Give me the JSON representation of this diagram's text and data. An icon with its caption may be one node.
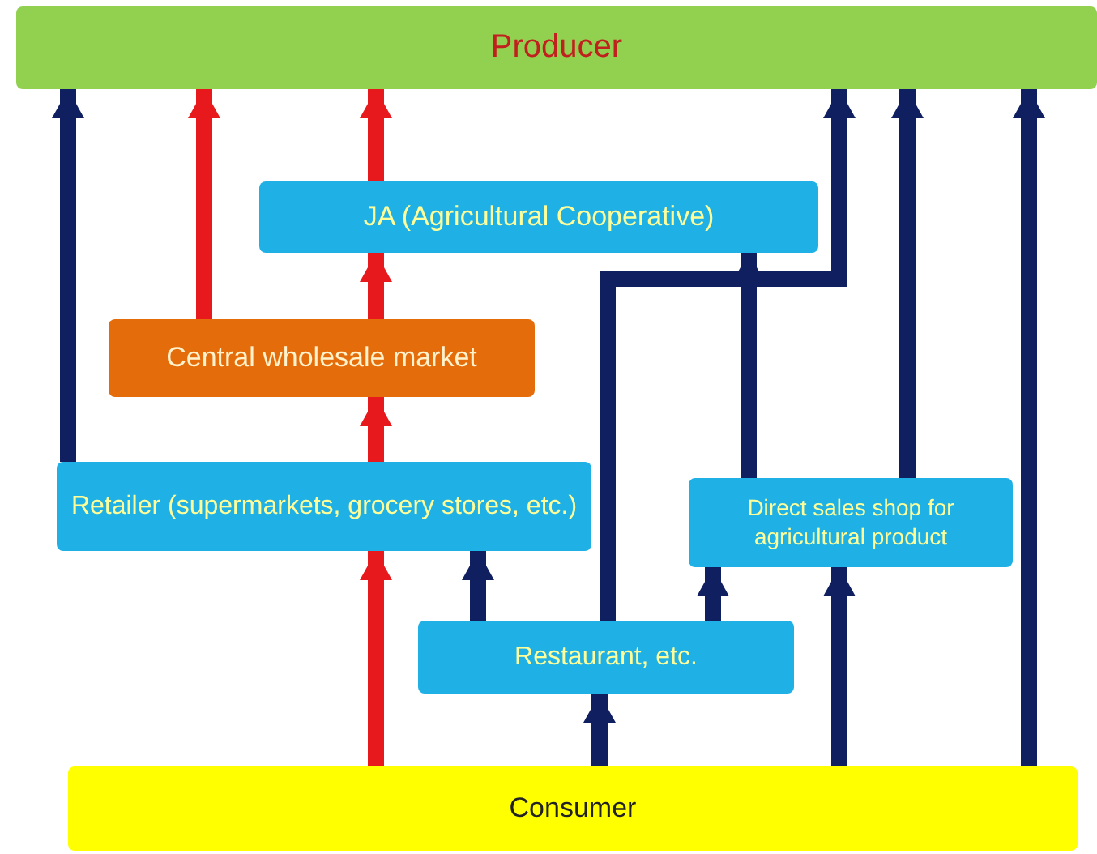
{
  "diagram": {
    "nodes": [
      {
        "text": [
          "Producer"
        ]
      },
      {
        "text": [
          "JA (Agricultural Cooperative)"
        ]
      },
      {
        "text": [
          "Central wholesale market"
        ]
      },
      {
        "text": [
          "Retailer (supermarkets, grocery stores, etc.)"
        ]
      },
      {
        "text": [
          "Direct sales shop for agricultural product"
        ]
      },
      {
        "text": [
          "Restaurant, etc."
        ]
      },
      {
        "text": [
          "Consumer"
        ]
      }
    ],
    "edges": [
      {
        "from": 3,
        "to": 0,
        "arrow": "to"
      },
      {
        "from": 2,
        "to": 0,
        "arrow": "to",
        "color": "#e8191c"
      },
      {
        "from": 1,
        "to": 0,
        "arrow": "to",
        "color": "#e8191c"
      },
      {
        "from": 5,
        "to": 0,
        "arrow": "to"
      },
      {
        "from": 2,
        "to": 1,
        "arrow": "to",
        "color": "#e8191c"
      },
      {
        "from": 4,
        "to": 1,
        "arrow": "to"
      },
      {
        "from": 3,
        "to": 2,
        "arrow": "to",
        "color": "#e8191c"
      },
      {
        "from": 4,
        "to": 0,
        "arrow": "to"
      },
      {
        "from": 6,
        "to": 0,
        "arrow": "to"
      },
      {
        "from": 6,
        "to": 3,
        "arrow": "to",
        "color": "#e8191c"
      },
      {
        "from": 5,
        "to": 3,
        "arrow": "to"
      },
      {
        "from": 5,
        "to": 4,
        "arrow": "to"
      },
      {
        "from": 6,
        "to": 5,
        "arrow": "to"
      },
      {
        "from": 6,
        "to": 4,
        "arrow": "to"
      }
    ]
  }
}
